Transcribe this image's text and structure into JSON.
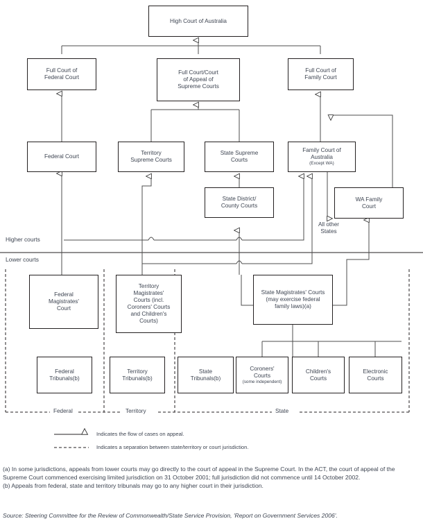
{
  "diagram": {
    "title": "Australian court system hierarchy",
    "colors": {
      "box_border": "#231f20",
      "text": "#3d4451",
      "connector": "#4d4d4d",
      "background": "#ffffff"
    },
    "nodes": [
      {
        "id": "high-court",
        "label": "High Court of Australia",
        "sub": ""
      },
      {
        "id": "full-federal",
        "label": "Full Court of\nFederal Court",
        "sub": ""
      },
      {
        "id": "full-supreme",
        "label": "Full Court/Court\nof Appeal of\nSupreme Courts",
        "sub": ""
      },
      {
        "id": "full-family",
        "label": "Full Court of\nFamily Court",
        "sub": ""
      },
      {
        "id": "federal-court",
        "label": "Federal Court",
        "sub": ""
      },
      {
        "id": "territory-supreme",
        "label": "Territory\nSupreme Courts",
        "sub": ""
      },
      {
        "id": "state-supreme",
        "label": "State Supreme\nCourts",
        "sub": ""
      },
      {
        "id": "family-court-australia",
        "label": "Family Court of\nAustralia",
        "sub": "(Except WA)"
      },
      {
        "id": "state-district",
        "label": "State District/\nCounty Courts",
        "sub": ""
      },
      {
        "id": "wa-family",
        "label": "WA Family\nCourt",
        "sub": ""
      },
      {
        "id": "federal-magistrates",
        "label": "Federal\nMagistrates'\nCourt",
        "sub": ""
      },
      {
        "id": "territory-magistrates",
        "label": "Territory\nMagistrates'\nCourts (incl.\nCoroners' Courts\nand Children's\nCourts)",
        "sub": ""
      },
      {
        "id": "state-magistrates",
        "label": "State Magistrates' Courts\n(may exercise federal\nfamily laws)(a)",
        "sub": ""
      },
      {
        "id": "federal-tribunals",
        "label": "Federal\nTribunals(b)",
        "sub": ""
      },
      {
        "id": "territory-tribunals",
        "label": "Territory\nTribunals(b)",
        "sub": ""
      },
      {
        "id": "state-tribunals",
        "label": "State\nTribunals(b)",
        "sub": ""
      },
      {
        "id": "coroners-courts",
        "label": "Coroners'\nCourts",
        "sub": "(some independent)"
      },
      {
        "id": "childrens-courts",
        "label": "Children's\nCourts",
        "sub": ""
      },
      {
        "id": "electronic-courts",
        "label": "Electronic\nCourts",
        "sub": ""
      }
    ],
    "annotations": {
      "all_other_states": "All other\nStates"
    },
    "axis_labels": {
      "higher_courts": "Higher courts",
      "lower_courts": "Lower courts"
    },
    "jurisdiction_labels": {
      "federal": "Federal",
      "territory": "Territory",
      "state": "State"
    },
    "legend": [
      {
        "id": "arrow",
        "marker": "solid-arrow",
        "text": "Indicates the flow of cases on appeal."
      },
      {
        "id": "dashed",
        "marker": "dashed-line",
        "text": "Indicates a separation between state/territory or court jurisdiction."
      }
    ],
    "notes": [
      "(a) In some jurisdictions, appeals from lower courts may go directly to the court of appeal in the Supreme Court. In the ACT, the court of appeal of the Supreme Court commenced exercising limited jurisdiction on 31 October 2001; full jurisdiction did not commence until 14 October 2002.",
      "(b) Appeals from federal, state and territory tribunals may go to any higher court in their jurisdiction."
    ],
    "source": "Source: Steering Committee for the Review of Commonwealth/State Service Provision, 'Report on Government Services 2006'."
  }
}
